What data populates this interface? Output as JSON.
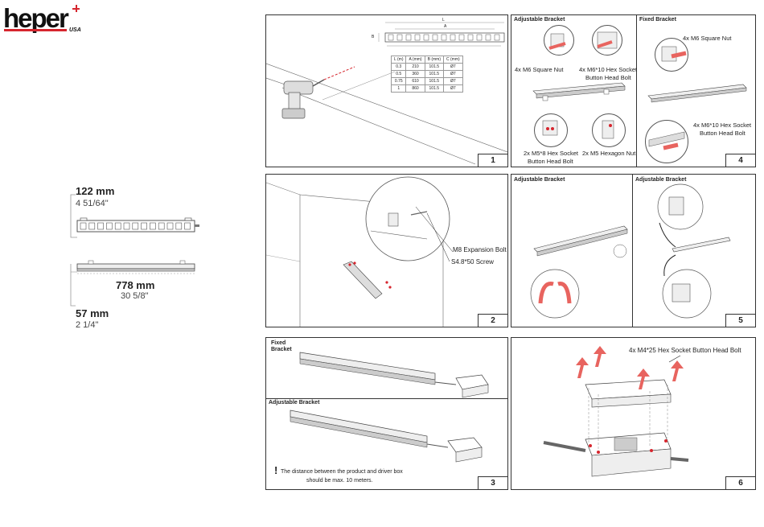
{
  "brand": {
    "name": "heper",
    "suffix": "USA"
  },
  "dimensions": {
    "height": {
      "mm": "122 mm",
      "inch": "4 51/64\""
    },
    "length": {
      "mm": "778 mm",
      "inch": "30 5/8\""
    },
    "depth": {
      "mm": "57 mm",
      "inch": "2 1/4\""
    }
  },
  "step1": {
    "number": "1",
    "dim_labels": {
      "L": "L",
      "A": "A",
      "B": "B"
    },
    "table": {
      "headers": [
        "L (m)",
        "A (mm)",
        "B (mm)",
        "C (mm)"
      ],
      "rows": [
        [
          "0.3",
          "210",
          "101.5",
          "Ø7"
        ],
        [
          "0.5",
          "360",
          "101.5",
          "Ø7"
        ],
        [
          "0.75",
          "610",
          "101.5",
          "Ø7"
        ],
        [
          "1",
          "860",
          "101.5",
          "Ø7"
        ]
      ]
    }
  },
  "step2": {
    "number": "2",
    "bolt": "M8 Expansion Bolt",
    "screw": "S4.8*50 Screw"
  },
  "step3": {
    "number": "3",
    "fixed": "Fixed Bracket",
    "adjustable": "Adjustable Bracket",
    "warning_mark": "!",
    "note_line1": "The distance between the product and driver box",
    "note_line2": "should be max. 10 meters."
  },
  "step4": {
    "number": "4",
    "adjustable": "Adjustable Bracket",
    "fixed": "Fixed Bracket",
    "square_nut_left": "4x M6 Square Nut",
    "hex_bolt_left_1": "4x M6*10 Hex Socket",
    "hex_bolt_left_2": "Button Head Bolt",
    "m5_bolt_1": "2x M5*8 Hex Socket",
    "m5_bolt_2": "Button Head Bolt",
    "m5_nut": "2x M5 Hexagon Nut",
    "square_nut_right": "4x M6 Square Nut",
    "hex_bolt_right_1": "4x M6*10 Hex Socket",
    "hex_bolt_right_2": "Button Head Bolt"
  },
  "step5": {
    "number": "5",
    "left": "Adjustable Bracket",
    "right": "Adjustable Bracket"
  },
  "step6": {
    "number": "6",
    "bolt": "4x M4*25 Hex Socket Button Head Bolt"
  },
  "colors": {
    "brand_red": "#d6262e",
    "arrow": "#e8645f",
    "line": "#333333"
  }
}
